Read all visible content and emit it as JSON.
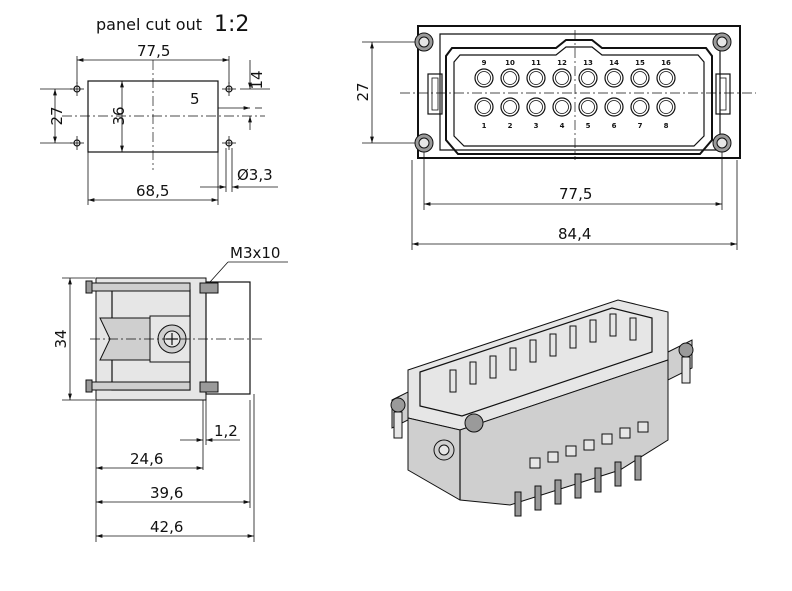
{
  "title": {
    "prefix": "panel cut out",
    "scale": "1:2"
  },
  "cutout": {
    "width": "77,5",
    "height": "27",
    "inner_height": "36",
    "bottom_width": "68,5",
    "offset_5": "5",
    "offset_14": "14",
    "hole": "Ø3,3"
  },
  "front": {
    "height": "27",
    "width_inner": "77,5",
    "width_outer": "84,4",
    "top_pins": [
      "9",
      "10",
      "11",
      "12",
      "13",
      "14",
      "15",
      "16"
    ],
    "bottom_pins": [
      "1",
      "2",
      "3",
      "4",
      "5",
      "6",
      "7",
      "8"
    ]
  },
  "side": {
    "screw": "M3x10",
    "height": "34",
    "d1": "1,2",
    "d2": "24,6",
    "d3": "39,6",
    "d4": "42,6"
  }
}
